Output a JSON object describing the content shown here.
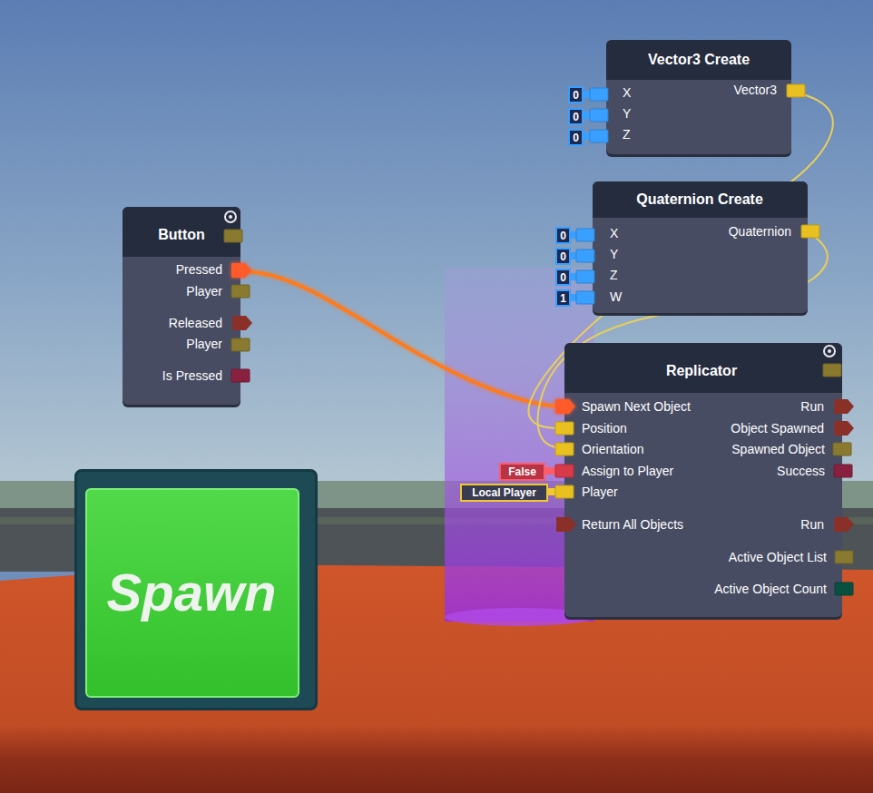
{
  "diagram": {
    "nodes": [
      {
        "text": [
          "Vector3 Create",
          "X",
          "Y",
          "Z",
          "Vector3"
        ]
      },
      {
        "text": [
          "Quaternion Create",
          "X",
          "Y",
          "Z",
          "W",
          "Quaternion"
        ]
      },
      {
        "text": [
          "Button",
          "Pressed",
          "Player",
          "Released",
          "Player",
          "Is Pressed"
        ]
      },
      {
        "text": [
          "Replicator",
          "Spawn Next Object",
          "Position",
          "Orientation",
          "Assign to Player",
          "Player",
          "Return All Objects",
          "Run",
          "Object Spawned",
          "Spawned Object",
          "Success",
          "Run",
          "Active Object List",
          "Active Object Count"
        ]
      },
      {
        "text": [
          "Spawn"
        ]
      }
    ],
    "edges": [
      {
        "from": 2,
        "to": 3,
        "arrow": "none"
      },
      {
        "from": 0,
        "to": 3,
        "arrow": "none"
      },
      {
        "from": 1,
        "to": 3,
        "arrow": "none"
      }
    ],
    "labels": [
      "0",
      "0",
      "0",
      "0",
      "0",
      "0",
      "1",
      "False",
      "Local Player"
    ]
  }
}
